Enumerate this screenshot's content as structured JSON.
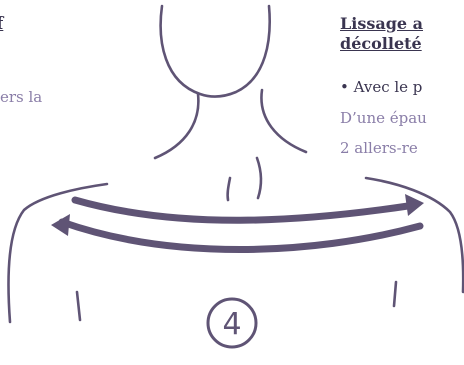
{
  "left_column": {
    "title_fragment": "f",
    "text_fragment": "ers la"
  },
  "right_column": {
    "title_line1": "Lissage a",
    "title_line2": "décolleté",
    "bullet": "• Avec le p",
    "line1": "D’une épau",
    "line2": "2 allers-re"
  },
  "illustration": {
    "step_number": "4",
    "stroke_color": "#5f5475"
  }
}
